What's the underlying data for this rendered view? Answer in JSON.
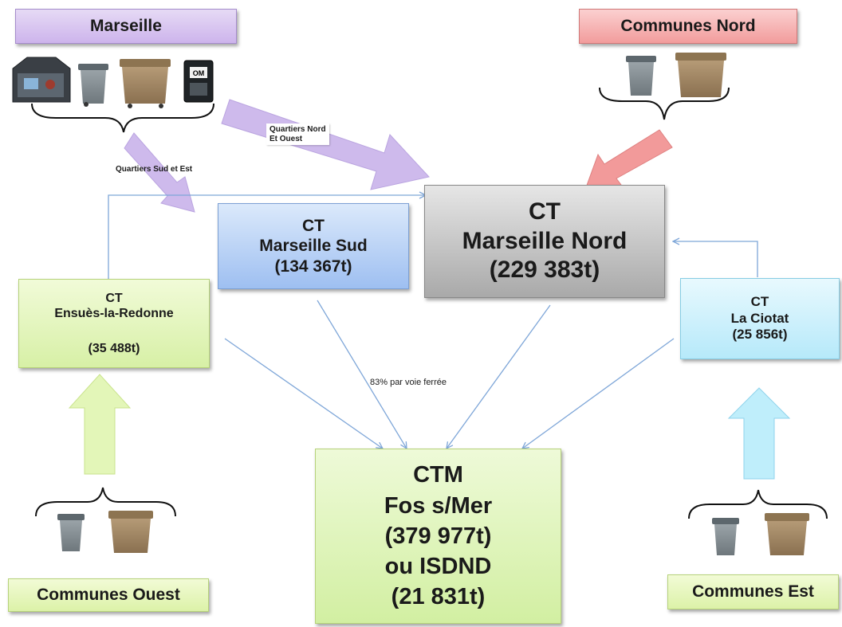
{
  "labels": {
    "marseille": "Marseille",
    "communes_nord": "Communes Nord",
    "communes_ouest": "Communes Ouest",
    "communes_est": "Communes Est"
  },
  "arrows": {
    "quartiers_nord_line1": "Quartiers Nord",
    "quartiers_nord_line2": "Et Ouest",
    "quartiers_sud": "Quartiers Sud et Est",
    "rail_share": "83%  par voie ferrée"
  },
  "centers": {
    "marseille_sud": {
      "line1": "CT",
      "line2": "Marseille Sud",
      "line3": "(134 367t)"
    },
    "marseille_nord": {
      "line1": "CT",
      "line2": "Marseille Nord",
      "line3": "(229 383t)"
    },
    "ensues": {
      "line1": "CT",
      "line2": "Ensuès-la-Redonne",
      "line3": "(35 488t)"
    },
    "la_ciotat": {
      "line1": "CT",
      "line2": "La Ciotat",
      "line3": "(25 856t)"
    }
  },
  "ctm": {
    "line1": "CTM",
    "line2": "Fos s/Mer",
    "line3": "(379 977t)",
    "line4": "ou ISDND",
    "line5": "(21 831t)"
  },
  "bins": {
    "om_label": "OM"
  },
  "colors": {
    "purple_arrow": "#c9b3ea",
    "red_arrow": "#f29a9a",
    "green_arrow": "#e3f6b8",
    "cyan_arrow": "#bfeefb",
    "flow_line": "#7ea6d8"
  }
}
